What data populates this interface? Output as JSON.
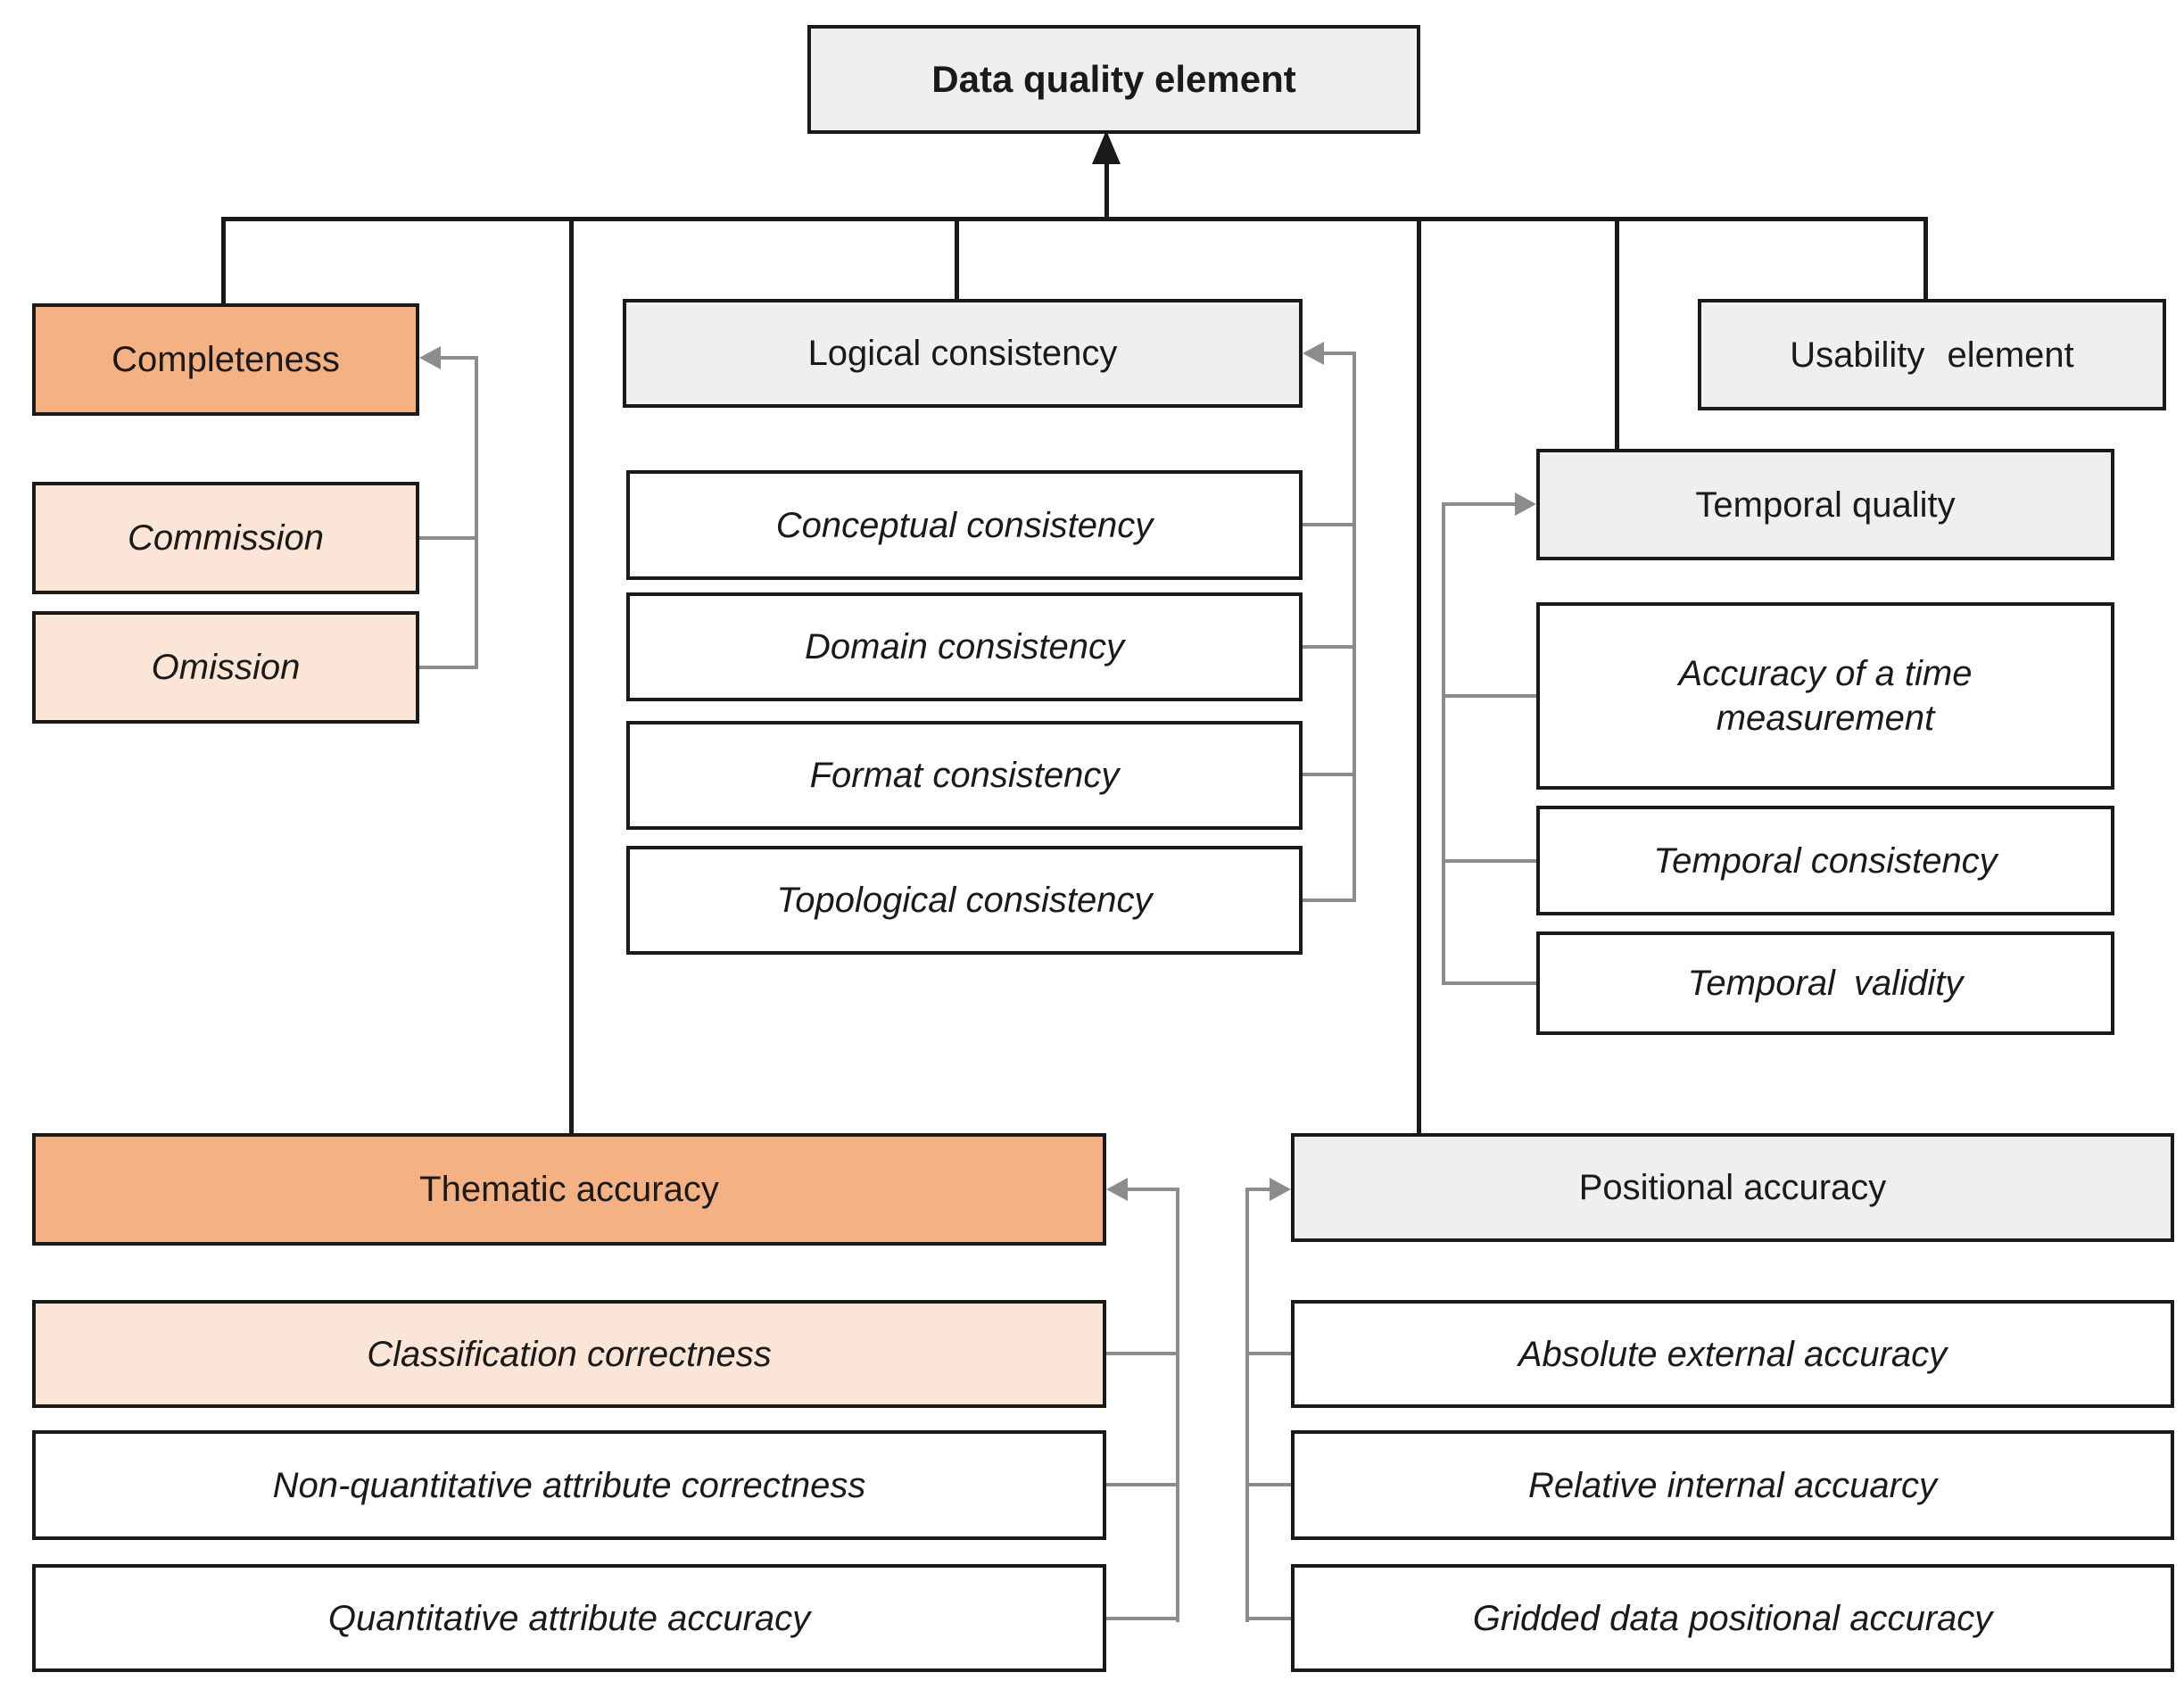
{
  "diagram": {
    "root": {
      "label": "Data quality element"
    },
    "colors": {
      "header_fill": "#F0EFEE",
      "highlight_fill": "#F4B183",
      "highlight_light_fill": "#FBE5D6",
      "white_fill": "#FFFFFF",
      "line_black": "#1A1A1A",
      "line_gray": "#8C8C8C"
    },
    "groups": [
      {
        "name": "completeness",
        "header": {
          "label": "Completeness"
        },
        "children": [
          {
            "label": "Commission"
          },
          {
            "label": "Omission"
          }
        ]
      },
      {
        "name": "logical-consistency",
        "header": {
          "label": "Logical consistency"
        },
        "children": [
          {
            "label": "Conceptual consistency"
          },
          {
            "label": "Domain consistency"
          },
          {
            "label": "Format consistency"
          },
          {
            "label": "Topological consistency"
          }
        ]
      },
      {
        "name": "usability",
        "header": {
          "label": "Usability element"
        },
        "children": []
      },
      {
        "name": "temporal-quality",
        "header": {
          "label": "Temporal quality"
        },
        "children": [
          {
            "label": "Accuracy of a time\nmeasurement"
          },
          {
            "label": "Temporal consistency"
          },
          {
            "label": "Temporal validity"
          }
        ]
      },
      {
        "name": "thematic-accuracy",
        "header": {
          "label": "Thematic accuracy"
        },
        "children": [
          {
            "label": "Classification correctness"
          },
          {
            "label": "Non-quantitative attribute correctness"
          },
          {
            "label": "Quantitative attribute accuracy"
          }
        ]
      },
      {
        "name": "positional-accuracy",
        "header": {
          "label": "Positional accuracy"
        },
        "children": [
          {
            "label": "Absolute external accuracy"
          },
          {
            "label": "Relative internal accuarcy"
          },
          {
            "label": "Gridded data positional accuracy"
          }
        ]
      }
    ]
  }
}
